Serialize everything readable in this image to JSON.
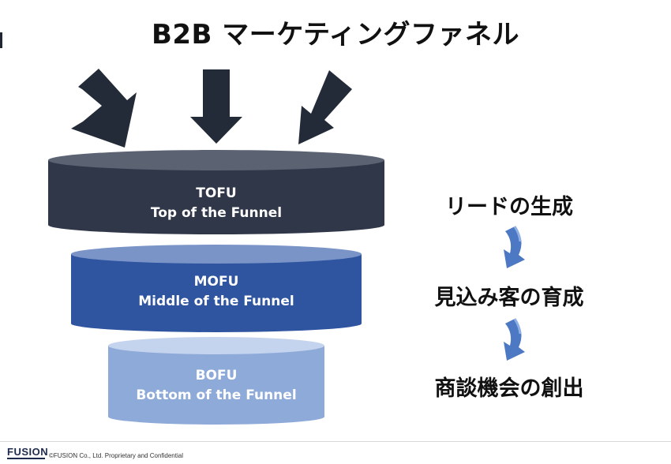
{
  "title": "B2B マーケティングファネル",
  "tiers": [
    {
      "abbr": "TOFU",
      "name": "Top of the Funnel",
      "side_color": "#2f3748",
      "top_color": "#5b6272"
    },
    {
      "abbr": "MOFU",
      "name": "Middle of the Funnel",
      "side_color": "#2f55a0",
      "top_color": "#7a94c8"
    },
    {
      "abbr": "BOFU",
      "name": "Bottom of the Funnel",
      "side_color": "#8eaad9",
      "top_color": "#c4d3ee"
    }
  ],
  "stages": [
    "リードの生成",
    "見込み客の育成",
    "商談機会の創出"
  ],
  "colors": {
    "input_arrow": "#242b38",
    "flow_arrow": "#4d78c3"
  },
  "footer": {
    "logo": "FUSION",
    "copyright": "©FUSION Co., Ltd.  Proprietary  and Confidential"
  }
}
